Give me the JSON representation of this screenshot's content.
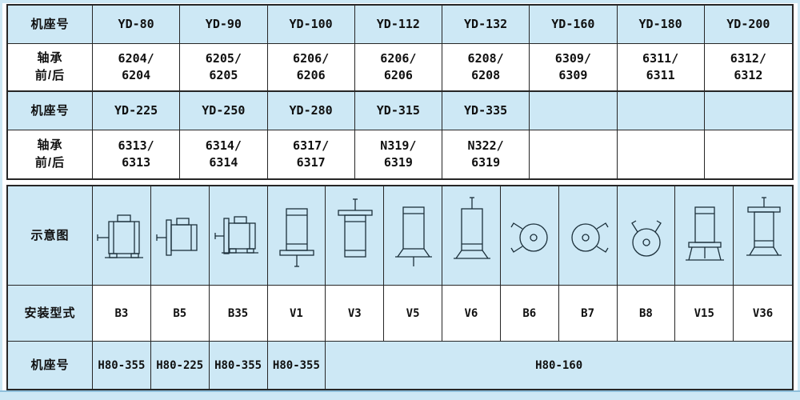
{
  "colors": {
    "cell_blue": "#cde8f5",
    "border_dark": "#262626",
    "schematic_line": "#1b2f3a",
    "page_bg": "#ffffff"
  },
  "bearing_table": {
    "rows": [
      {
        "label": "机座号",
        "cells": [
          "YD-80",
          "YD-90",
          "YD-100",
          "YD-112",
          "YD-132",
          "YD-160",
          "YD-180",
          "YD-200"
        ]
      },
      {
        "label": "轴承\n前/后",
        "cells": [
          "6204/\n6204",
          "6205/\n6205",
          "6206/\n6206",
          "6206/\n6206",
          "6208/\n6208",
          "6309/\n6309",
          "6311/\n6311",
          "6312/\n6312"
        ]
      },
      {
        "label": "机座号",
        "cells": [
          "YD-225",
          "YD-250",
          "YD-280",
          "YD-315",
          "YD-335",
          "",
          "",
          ""
        ]
      },
      {
        "label": "轴承\n前/后",
        "cells": [
          "6313/\n6313",
          "6314/\n6314",
          "6317/\n6317",
          "N319/\n6319",
          "N322/\n6319",
          "",
          "",
          ""
        ]
      }
    ]
  },
  "mounting_table": {
    "schematic_row_label": "示意图",
    "type_row_label": "安装型式",
    "frame_row_label": "机座号",
    "types": [
      "B3",
      "B5",
      "B35",
      "V1",
      "V3",
      "V5",
      "V6",
      "B6",
      "B7",
      "B8",
      "V15",
      "V36"
    ],
    "frames": [
      "H80-355",
      "H80-225",
      "H80-355",
      "H80-355",
      "H80-160"
    ]
  }
}
